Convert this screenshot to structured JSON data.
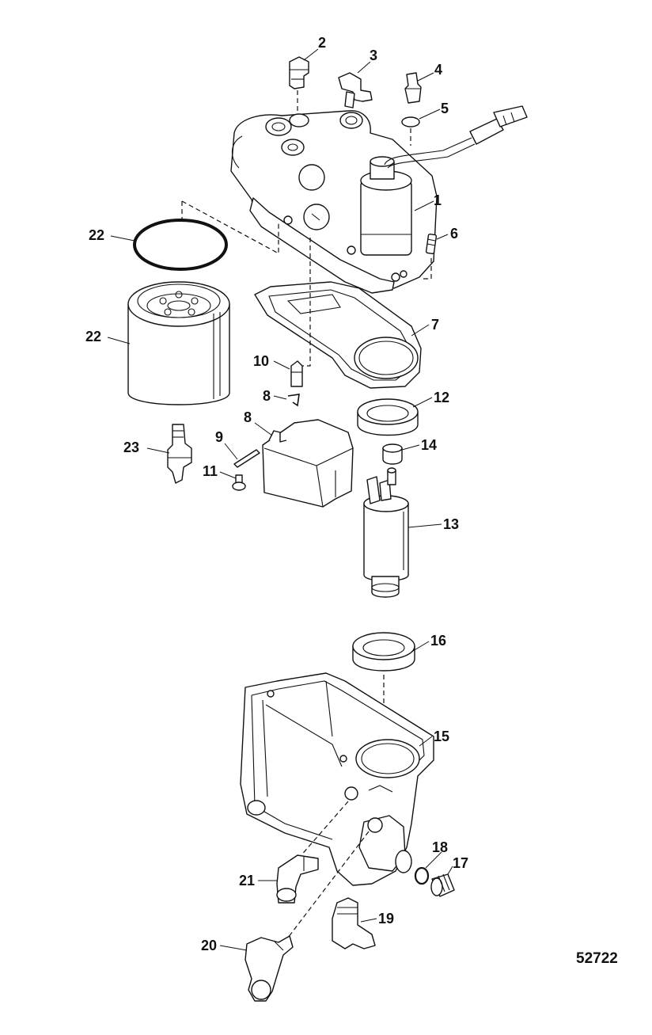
{
  "figure_number": "52722",
  "callouts": [
    {
      "id": "c1",
      "label": "1"
    },
    {
      "id": "c2",
      "label": "2"
    },
    {
      "id": "c3",
      "label": "3"
    },
    {
      "id": "c4",
      "label": "4"
    },
    {
      "id": "c5",
      "label": "5"
    },
    {
      "id": "c6",
      "label": "6"
    },
    {
      "id": "c7",
      "label": "7"
    },
    {
      "id": "c8a",
      "label": "8"
    },
    {
      "id": "c8b",
      "label": "8"
    },
    {
      "id": "c9",
      "label": "9"
    },
    {
      "id": "c10",
      "label": "10"
    },
    {
      "id": "c11",
      "label": "11"
    },
    {
      "id": "c12",
      "label": "12"
    },
    {
      "id": "c13",
      "label": "13"
    },
    {
      "id": "c14",
      "label": "14"
    },
    {
      "id": "c15",
      "label": "15"
    },
    {
      "id": "c16",
      "label": "16"
    },
    {
      "id": "c17",
      "label": "17"
    },
    {
      "id": "c18",
      "label": "18"
    },
    {
      "id": "c19",
      "label": "19"
    },
    {
      "id": "c20",
      "label": "20"
    },
    {
      "id": "c21",
      "label": "21"
    },
    {
      "id": "c22a",
      "label": "22"
    },
    {
      "id": "c22b",
      "label": "22"
    },
    {
      "id": "c23",
      "label": "23"
    }
  ]
}
